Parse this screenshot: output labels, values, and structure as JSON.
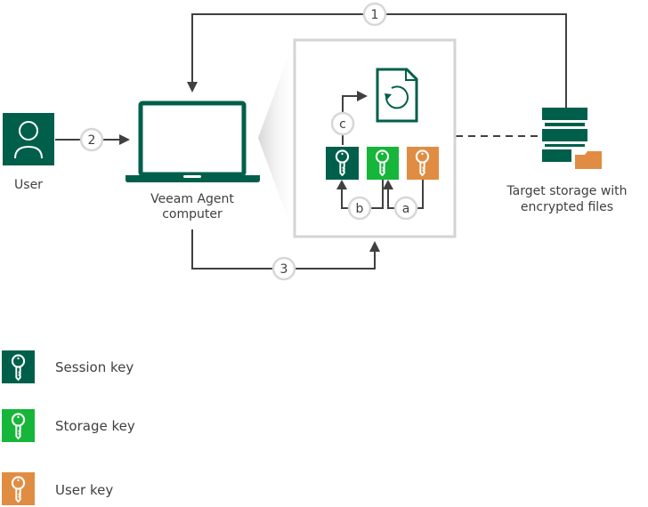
{
  "colors": {
    "dark_green": "#005f4b",
    "bright_green": "#15b639",
    "orange": "#e08d43",
    "line": "#404040",
    "circle_border": "#d7d7d7",
    "box_border": "#d4d4d4"
  },
  "nodes": {
    "user": {
      "label": "User",
      "icon": "user-icon"
    },
    "computer": {
      "label_line1": "Veeam Agent",
      "label_line2": "computer",
      "icon": "laptop-icon"
    },
    "storage": {
      "label_line1": "Target storage with",
      "label_line2": "encrypted  files",
      "icon": "storage-icon"
    },
    "file": {
      "icon": "restore-file-icon"
    }
  },
  "steps": {
    "s1": "1",
    "s2": "2",
    "s3": "3",
    "sa": "a",
    "sb": "b",
    "sc": "c"
  },
  "keys": [
    {
      "name": "Session key",
      "color": "#005f4b"
    },
    {
      "name": "Storage key",
      "color": "#15b639"
    },
    {
      "name": "User key",
      "color": "#e08d43"
    }
  ],
  "legend": [
    {
      "label": "Session key",
      "color": "#005f4b"
    },
    {
      "label": "Storage key",
      "color": "#15b639"
    },
    {
      "label": "User key",
      "color": "#e08d43"
    }
  ]
}
